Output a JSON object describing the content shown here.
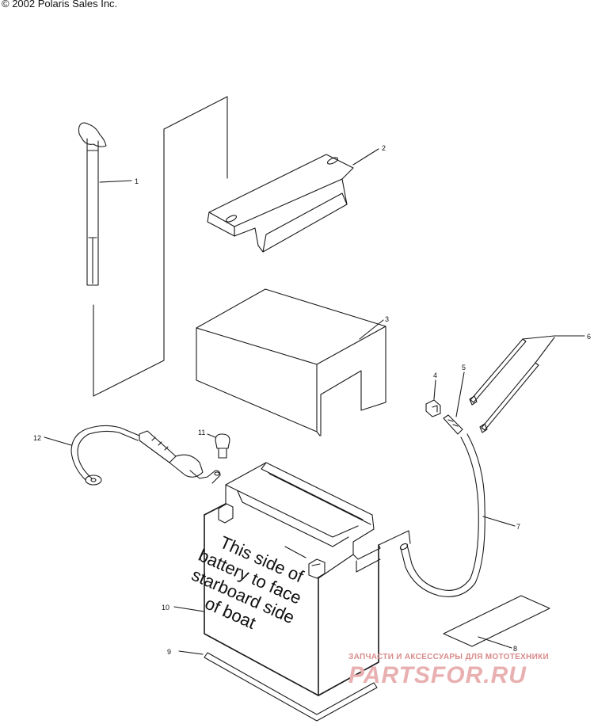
{
  "copyright": "© 2002 Polaris Sales Inc.",
  "callouts": {
    "c1": "1",
    "c2": "2",
    "c3": "3",
    "c4": "4",
    "c5": "5",
    "c6": "6",
    "c7": "7",
    "c8": "8",
    "c9": "9",
    "c10": "10",
    "c11": "11",
    "c12": "12"
  },
  "battery_label": [
    "This side of",
    "battery to face",
    "starboard side",
    "of boat"
  ],
  "watermark": {
    "top": "ЗАПЧАСТИ И АКСЕССУАРЫ ДЛЯ МОТОТЕХНИКИ",
    "logo": "PARTSFOR.RU"
  }
}
